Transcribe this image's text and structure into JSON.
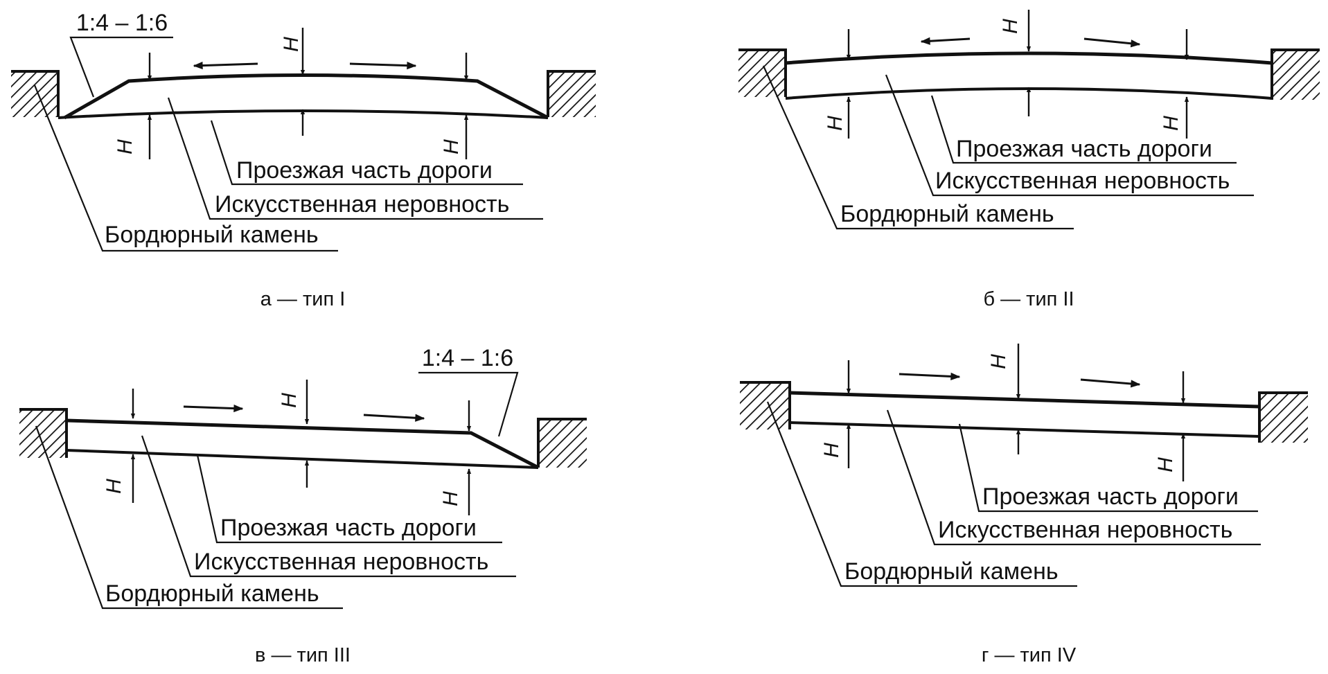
{
  "colors": {
    "ink": "#111111",
    "paper": "#ffffff"
  },
  "panels": [
    {
      "id": "a",
      "caption": "а — тип I",
      "slope": "1:4 – 1:6",
      "height_mark": "H",
      "labels": [
        "Проезжая часть дороги",
        "Искусственная неровность",
        "Бордюрный камень"
      ]
    },
    {
      "id": "b",
      "caption": "б — тип II",
      "slope": "",
      "height_mark": "H",
      "labels": [
        "Проезжая часть дороги",
        "Искусственная неровность",
        "Бордюрный камень"
      ]
    },
    {
      "id": "v",
      "caption": "в — тип III",
      "slope": "1:4 – 1:6",
      "height_mark": "H",
      "labels": [
        "Проезжая часть дороги",
        "Искусственная неровность",
        "Бордюрный камень"
      ]
    },
    {
      "id": "g",
      "caption": "г — тип IV",
      "slope": "",
      "height_mark": "H",
      "labels": [
        "Проезжая часть дороги",
        "Искусственная неровность",
        "Бордюрный камень"
      ]
    }
  ]
}
